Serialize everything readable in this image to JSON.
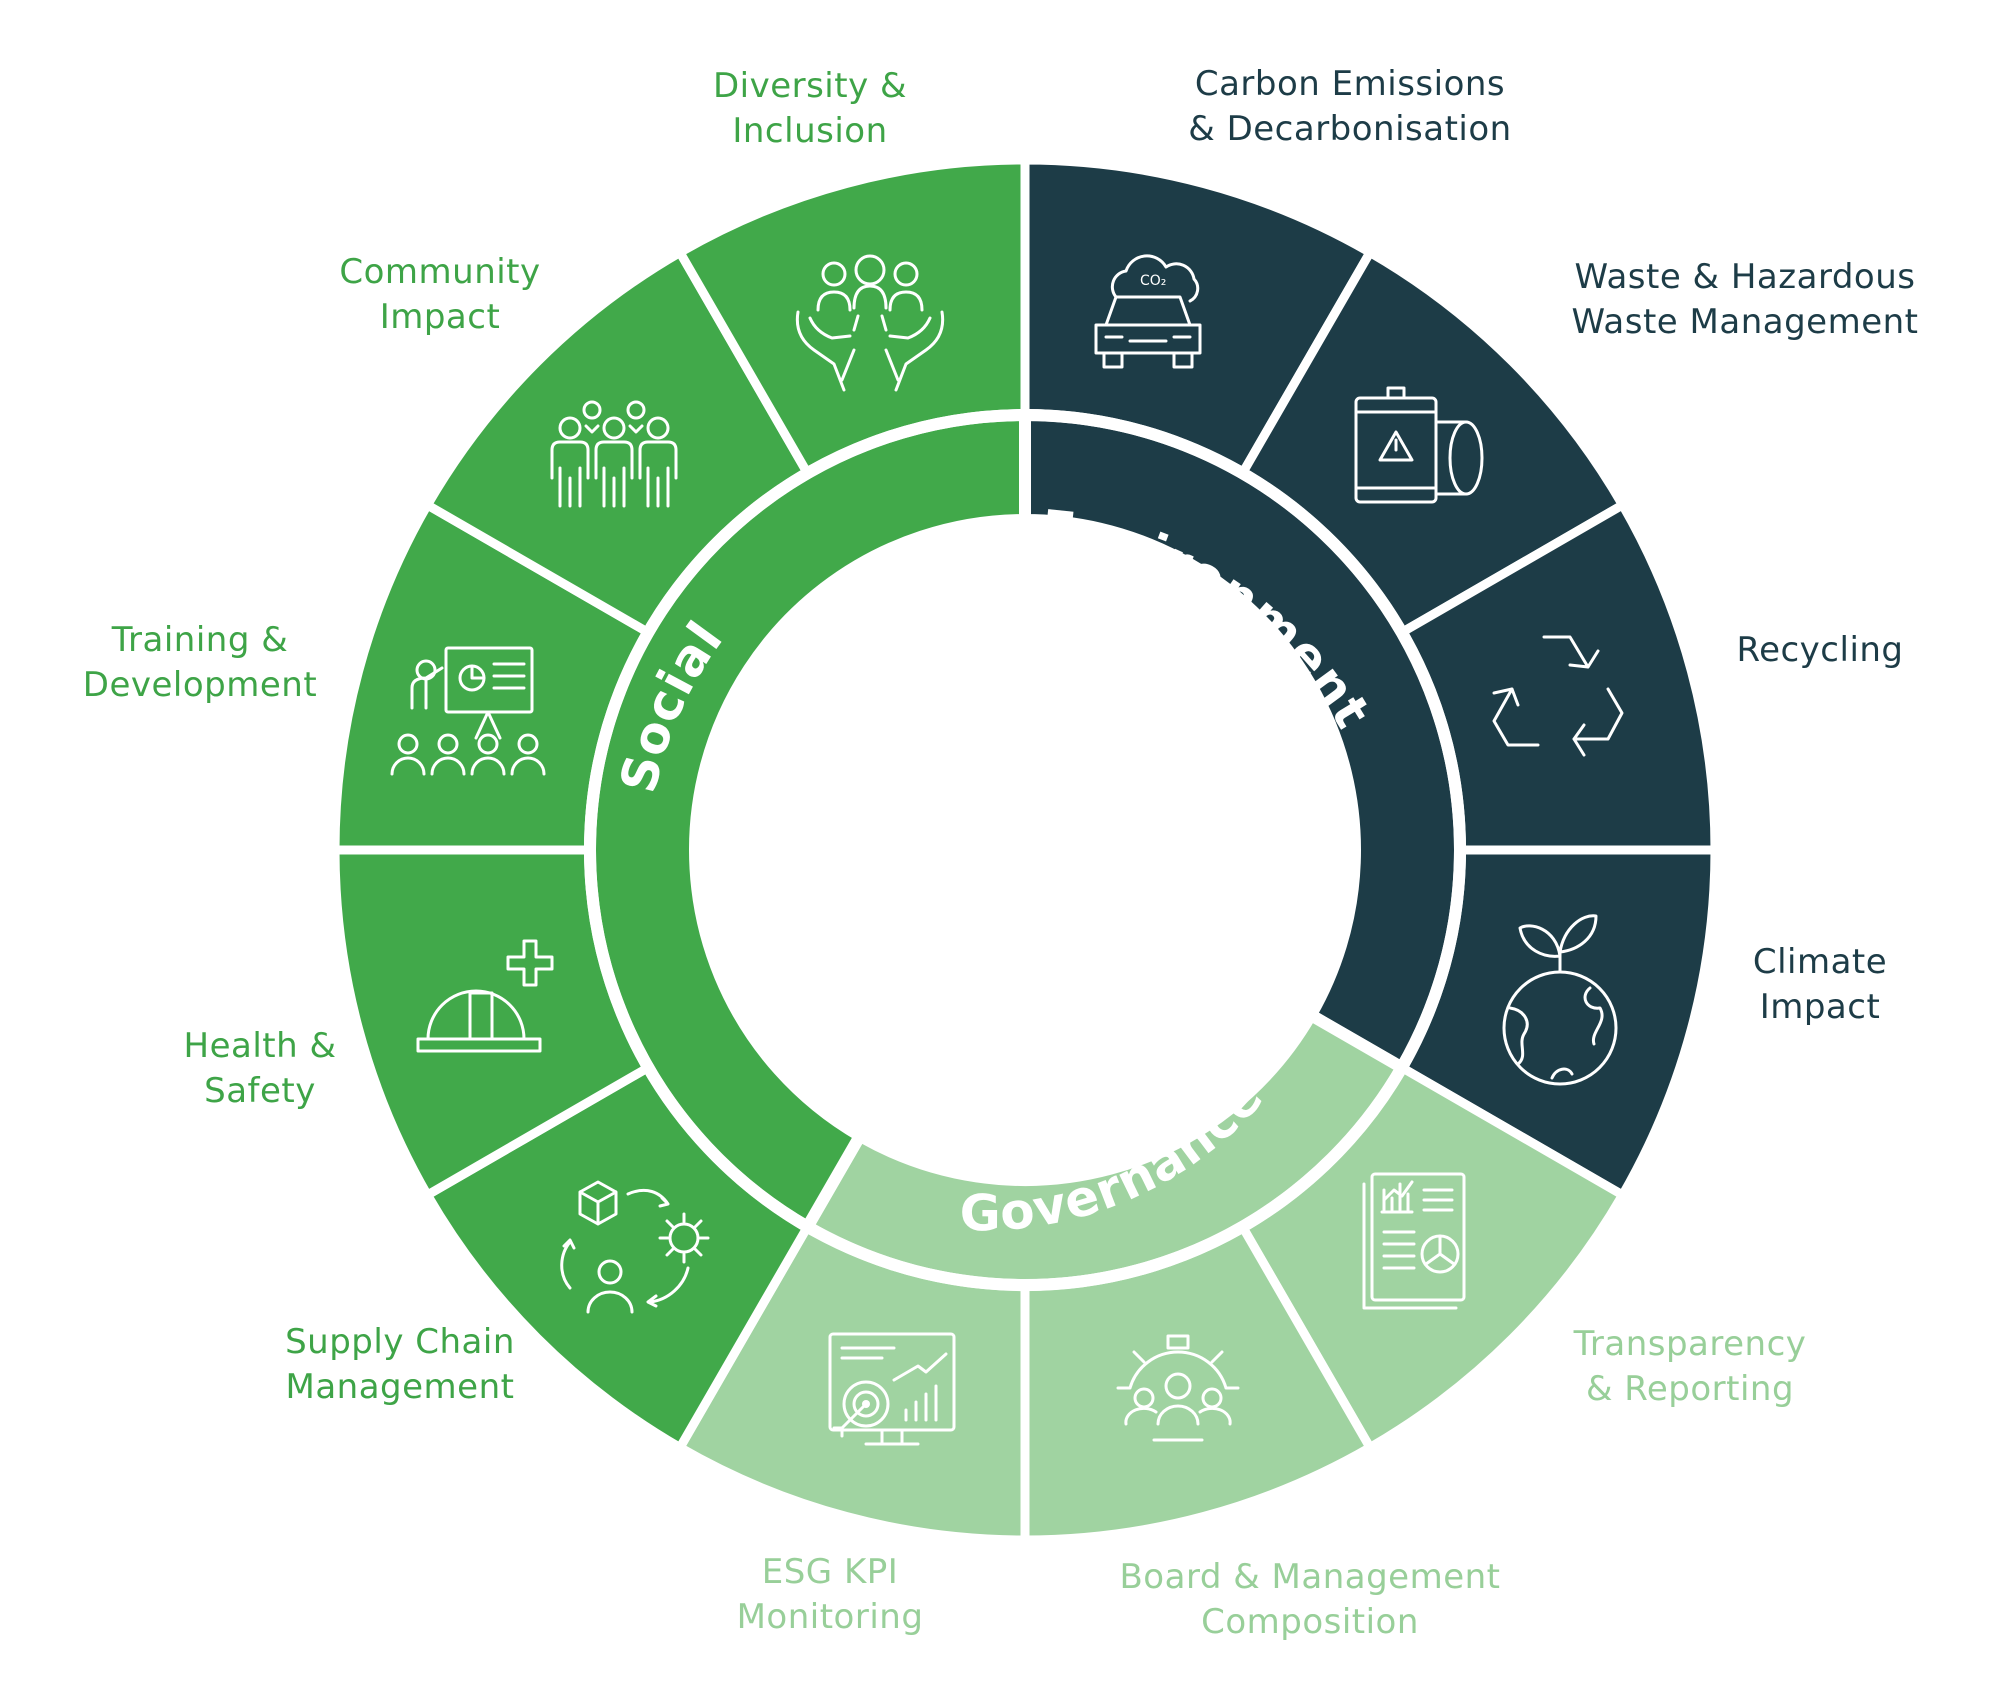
{
  "colors": {
    "environment": "#1d3c47",
    "social": "#41a94a",
    "governance": "#a0d3a1",
    "social_text": "#3ea447",
    "governance_text": "#98cf99"
  },
  "pillars": {
    "environment": "Environment",
    "social": "Social",
    "governance": "Governance"
  },
  "segments": [
    {
      "label": "Carbon Emissions\n& Decarbonisation",
      "icon": "car-co2-icon"
    },
    {
      "label": "Waste & Hazardous\nWaste Management",
      "icon": "barrel-hazard-icon"
    },
    {
      "label": "Recycling",
      "icon": "recycle-icon"
    },
    {
      "label": "Climate\nImpact",
      "icon": "globe-sprout-icon"
    },
    {
      "label": "Transparency\n& Reporting",
      "icon": "report-document-icon"
    },
    {
      "label": "Board & Management\nComposition",
      "icon": "gear-people-icon"
    },
    {
      "label": "ESG KPI\nMonitoring",
      "icon": "target-monitor-icon"
    },
    {
      "label": "Supply Chain\nManagement",
      "icon": "supply-cycle-icon"
    },
    {
      "label": "Health &\nSafety",
      "icon": "hardhat-cross-icon"
    },
    {
      "label": "Training &\nDevelopment",
      "icon": "presentation-icon"
    },
    {
      "label": "Community\nImpact",
      "icon": "community-people-icon"
    },
    {
      "label": "Diversity &\nInclusion",
      "icon": "hands-people-icon"
    }
  ]
}
